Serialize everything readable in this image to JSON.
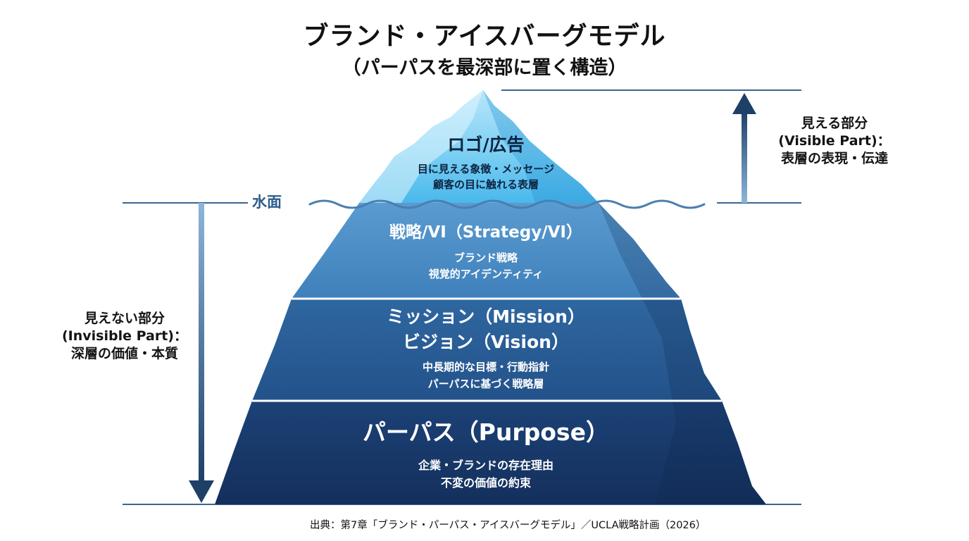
{
  "title": "ブランド・アイスバーグモデル",
  "subtitle": "（パーパスを最深部に置く構造）",
  "waterline_label": "水面",
  "tip": {
    "heading": "ロゴ/広告",
    "desc_1": "目に見える象徴・メッセージ",
    "desc_2": "顧客の目に触れる表層"
  },
  "layers": {
    "strategy": {
      "heading": "戦略/VI（Strategy/VI）",
      "desc_1": "ブランド戦略",
      "desc_2": "視覚的アイデンティティ"
    },
    "mission": {
      "heading_1": "ミッション（Mission）",
      "heading_2": "ビジョン（Vision）",
      "desc_1": "中長期的な目標・行動指針",
      "desc_2": "パーパスに基づく戦略層"
    },
    "purpose": {
      "heading": "パーパス（Purpose）",
      "desc_1": "企業・ブランドの存在理由",
      "desc_2": "不変の価値の約束"
    }
  },
  "visible_part": {
    "line_1": "見える部分",
    "line_2": "(Visible Part)：",
    "line_3": "表層の表現・伝達"
  },
  "invisible_part": {
    "line_1": "見えない部分",
    "line_2": "(Invisible Part)：",
    "line_3": "深層の価値・本質"
  },
  "source": "出典：第7章「ブランド・パーパス・アイスバーグモデル」／UCLA戦略計画（2026）",
  "colors": {
    "tip_light": "#dff4fd",
    "tip_mid": "#6fcaf0",
    "tip_deep": "#2b9fd8",
    "strategy": "#4d8ec4",
    "mission": "#2b5f96",
    "purpose": "#183b6e",
    "arrow": "#1e3f66",
    "guide_line": "#3b6691",
    "water": "#4b7faf"
  }
}
